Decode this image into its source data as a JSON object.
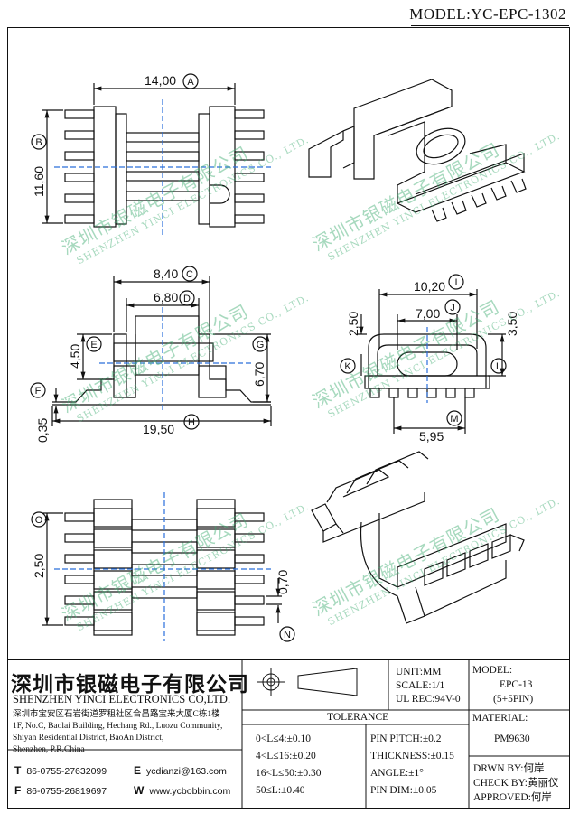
{
  "header": {
    "model_title": "MODEL:YC-EPC-1302"
  },
  "dimensions": {
    "A": "14,00",
    "B": "11,60",
    "C": "8,40",
    "D": "6,80",
    "E": "4,50",
    "F": "0,35",
    "G": "6,70",
    "H": "19,50",
    "I": "10,20",
    "J": "7,00",
    "K": "2,50",
    "L": "3,50",
    "M": "5,95",
    "N": "0,70",
    "O": "2,50"
  },
  "callouts": {
    "A": "A",
    "B": "B",
    "C": "C",
    "D": "D",
    "E": "E",
    "F": "F",
    "G": "G",
    "H": "H",
    "I": "I",
    "J": "J",
    "K": "K",
    "L": "L",
    "M": "M",
    "N": "N",
    "O": "O"
  },
  "watermark": {
    "cn": "深圳市银磁电子有限公司",
    "en": "SHENZHEN YINCI ELECTRONICS CO., LTD."
  },
  "title_block": {
    "company_cn": "深圳市银磁电子有限公司",
    "company_en": "SHENZHEN YINCI ELECTRONICS CO,LTD.",
    "address_cn": "深圳市宝安区石岩街道罗租社区合昌路宝来大厦C栋1楼",
    "address_en_1": "1F, No.C, Baolai Building, Hechang Rd., Luozu Community,",
    "address_en_2": "Shiyan Residential District, BaoAn District,",
    "address_en_3": "Shenzhen, P.R.China",
    "tel_label": "T",
    "tel": "86-0755-27632099",
    "fax_label": "F",
    "fax": "86-0755-26819697",
    "email_label": "E",
    "email": "ycdianzi@163.com",
    "web_label": "W",
    "web": "www.ycbobbin.com",
    "unit": "UNIT:MM",
    "scale": "SCALE:1/1",
    "ul_rec": "UL REC:94V-0",
    "model_label": "MODEL:",
    "model_value_1": "EPC-13",
    "model_value_2": "(5+5PIN)",
    "material_label": "MATERIAL:",
    "material_value": "PM9630",
    "tolerance_label": "TOLERANCE",
    "tol_1": "0<L≤4:±0.10",
    "tol_2": "4<L≤16:±0.20",
    "tol_3": "16<L≤50:±0.30",
    "tol_4": "50≤L:±0.40",
    "pin_pitch": "PIN PITCH:±0.2",
    "thickness": "THICKNESS:±0.15",
    "angle": "ANGLE:±1°",
    "pin_dim": "PIN DIM:±0.05",
    "drwn": "DRWN BY:何岸",
    "check": "CHECK BY:黄丽仪",
    "approved": "APPROVED:何岸"
  }
}
